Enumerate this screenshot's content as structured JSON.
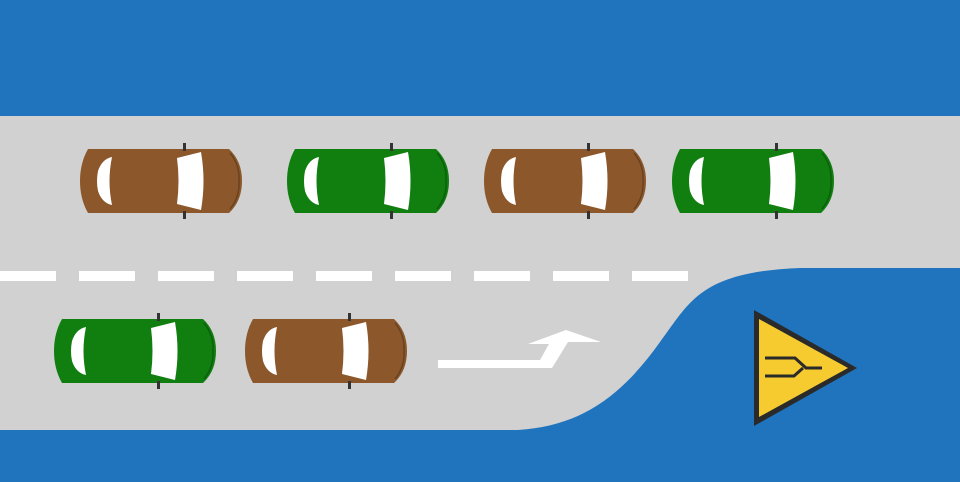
{
  "scene": {
    "background": "#1f74bd",
    "road_color": "#d1d1d1",
    "marking_color": "#ffffff",
    "sign": {
      "icon": "lane-merge-warning-icon",
      "fill": "#f6cb2f",
      "border": "#2a2a2a"
    },
    "lanes": [
      {
        "name": "upper-lane",
        "cars": [
          "brown",
          "green",
          "brown",
          "green"
        ]
      },
      {
        "name": "lower-lane",
        "cars": [
          "green",
          "brown"
        ],
        "ends": true,
        "arrow": "turn-left-icon"
      }
    ]
  },
  "car_colors": {
    "brown": "#8c582b",
    "green": "#107f10"
  }
}
